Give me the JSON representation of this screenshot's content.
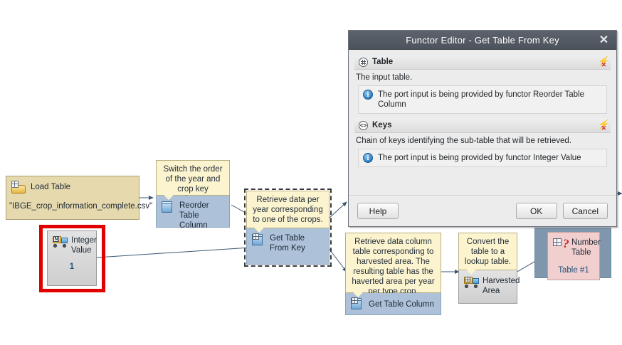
{
  "canvas": {
    "nodes": {
      "load_table": {
        "title": "Load Table",
        "value": "\"IBGE_crop_information_complete.csv\"",
        "icon": "folder-table-icon"
      },
      "integer_value": {
        "label": "Integer Value",
        "value": "1",
        "icon": "truck-n-icon",
        "highlight_color": "#e00000"
      },
      "reorder_table_column": {
        "note": "Switch the order of the year and crop key columns.",
        "label": "Reorder Table Column",
        "icon": "cube-icon"
      },
      "get_table_from_key": {
        "note": "Retrieve data per year corresponding to one of the crops.",
        "label": "Get Table From Key",
        "icon": "cube-table-icon",
        "selected": true
      },
      "get_table_column": {
        "note": "Retrieve data column table corresponding to harvested area. The resulting table has the haverted area per year per type crop.",
        "label": "Get Table Column",
        "icon": "cube-table-icon"
      },
      "harvested_area": {
        "note": "Convert the table to a lookup table.",
        "label": "Harvested Area",
        "icon": "truck-table-icon"
      },
      "number_table": {
        "label": "Number Table",
        "value": "Table #1",
        "icon": "number-table-icon"
      }
    }
  },
  "dialog": {
    "title": "Functor Editor - Get Table From Key",
    "close_label": "✕",
    "sections": [
      {
        "icon": "table-grid-icon",
        "title": "Table",
        "icon_glyph": "",
        "description": "The input table.",
        "info": "The port input is being provided by functor Reorder Table Column",
        "action_icon": "lightning-remove-icon"
      },
      {
        "icon": "code-brackets-icon",
        "title": "Keys",
        "icon_glyph": "<>",
        "description": "Chain of keys identifying the sub-table that will be retrieved.",
        "info": "The port input is being provided by functor Integer Value",
        "action_icon": "lightning-remove-icon"
      }
    ],
    "buttons": {
      "help": "Help",
      "ok": "OK",
      "cancel": "Cancel"
    },
    "info_glyph": "i"
  }
}
